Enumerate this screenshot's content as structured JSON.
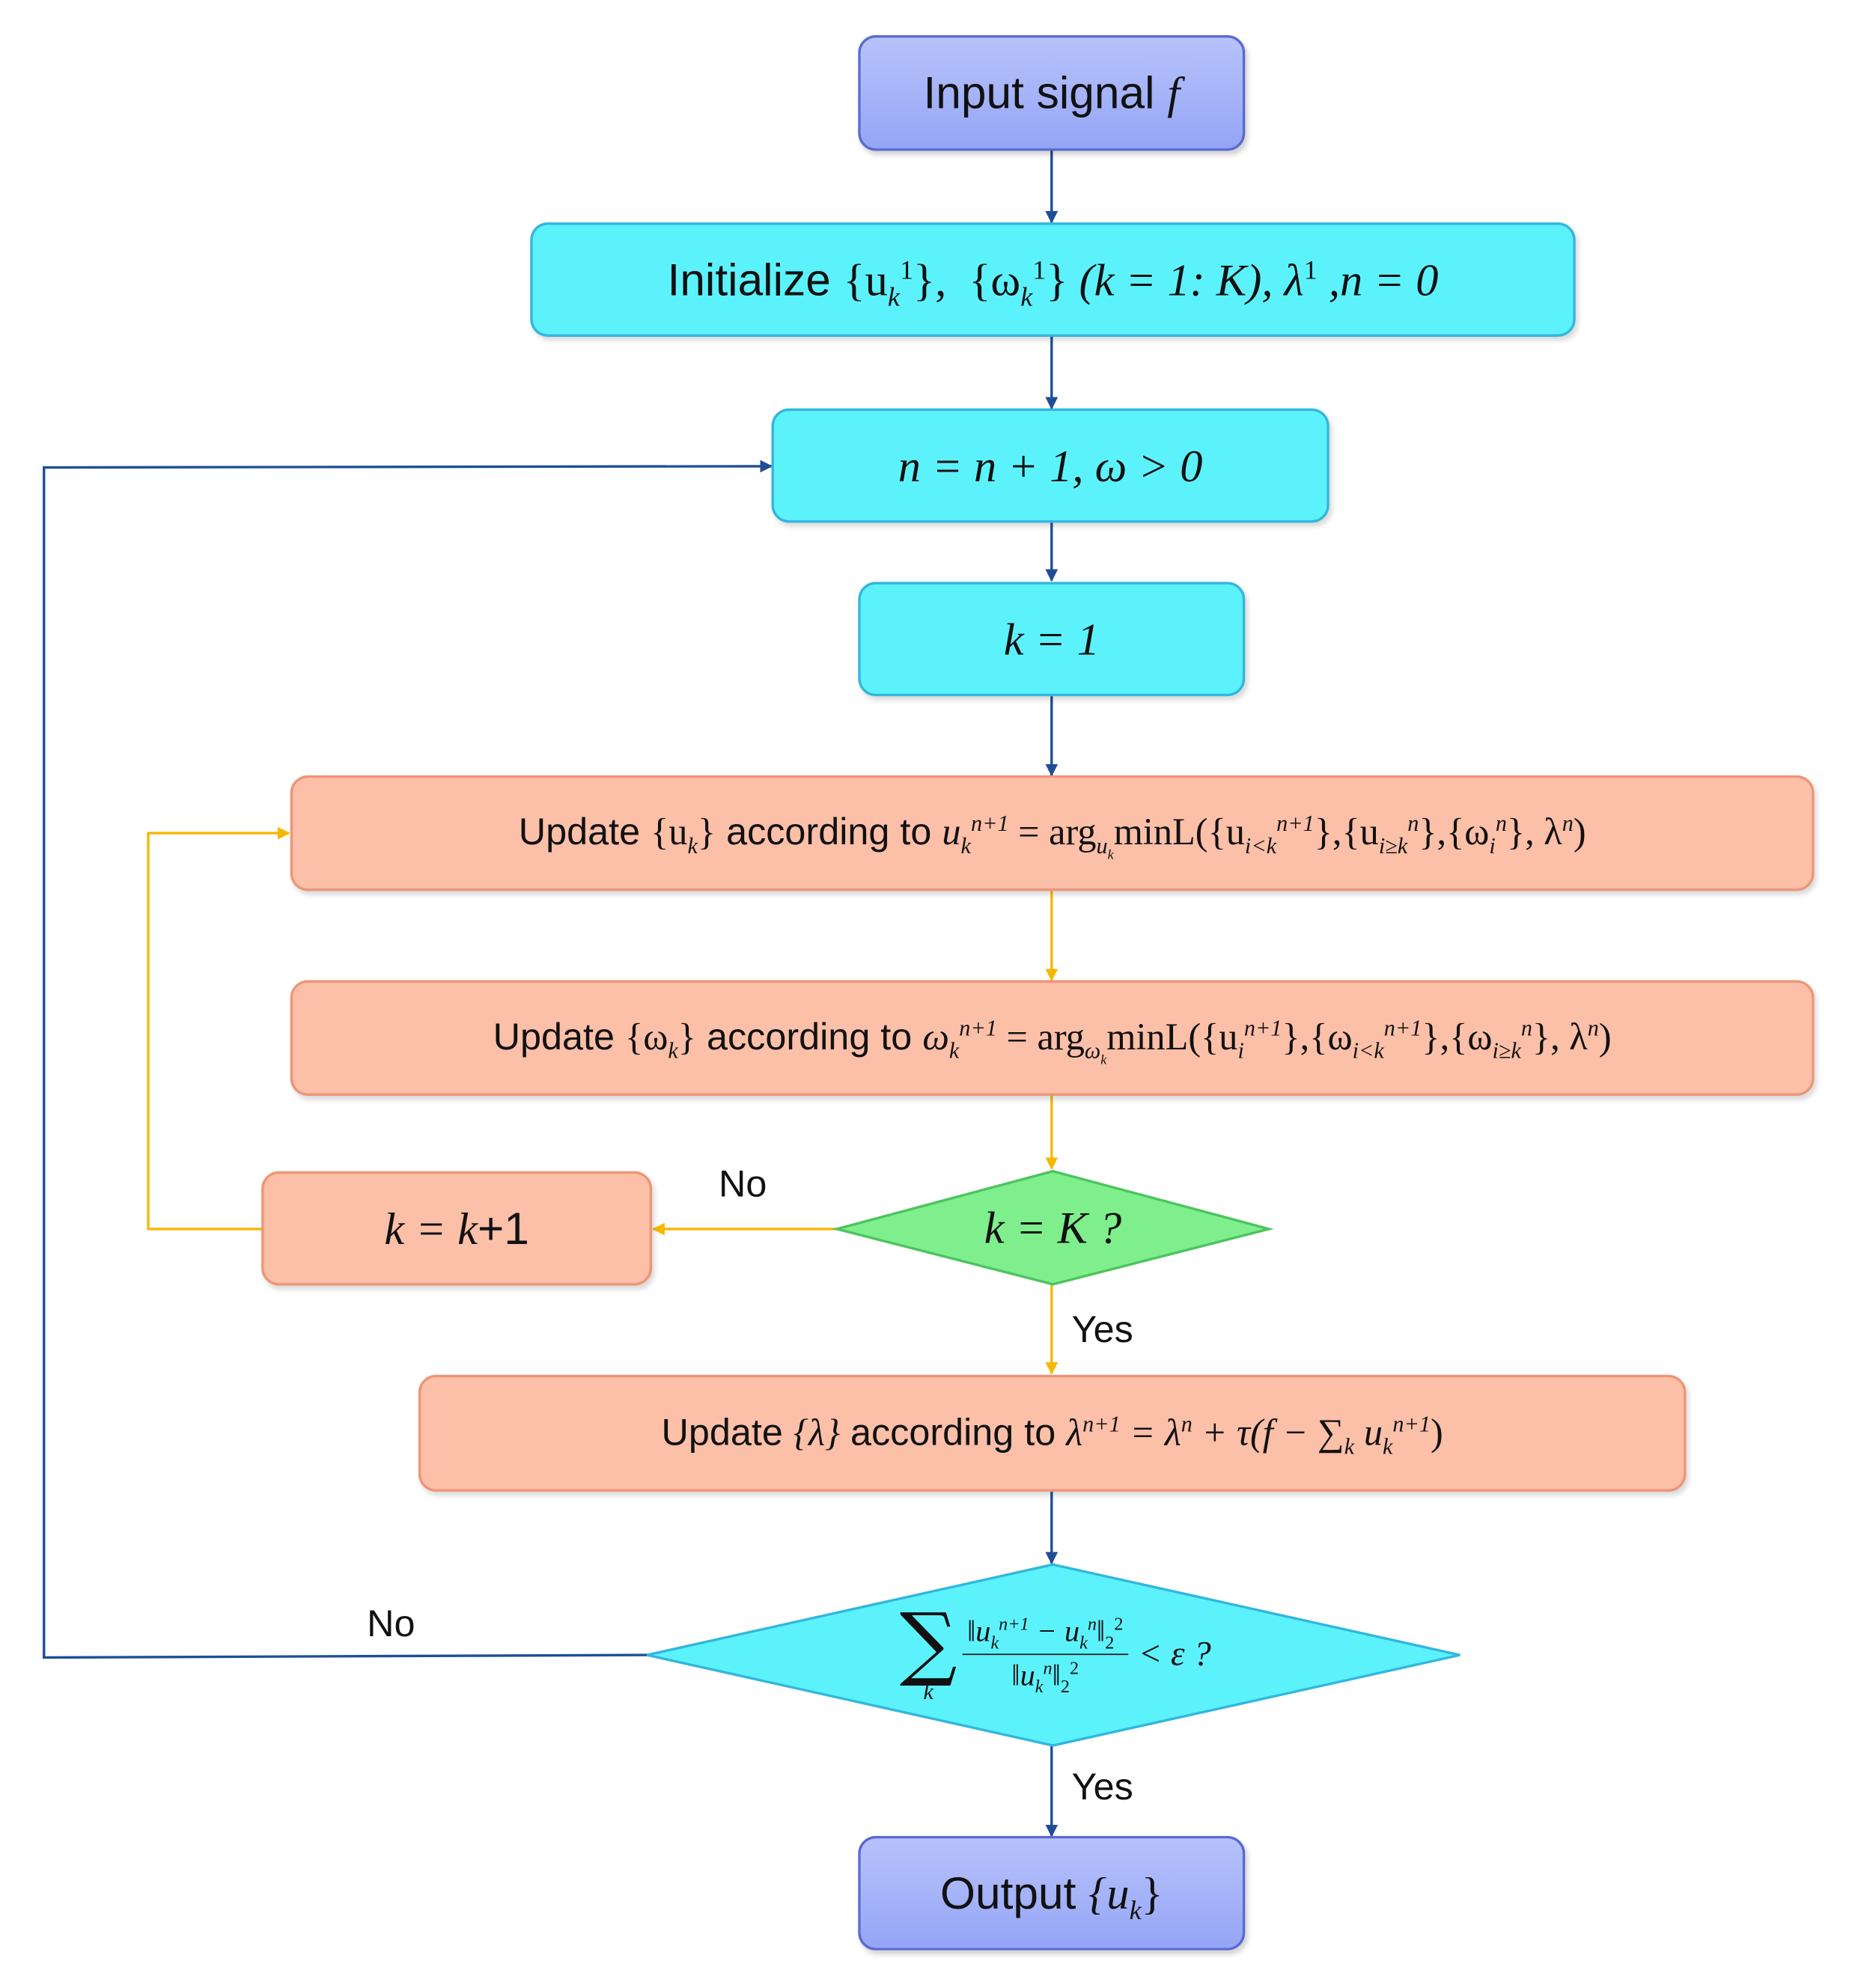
{
  "colors": {
    "start_end_fill": "#9aa9f7",
    "process_cyan_fill": "#5cf2fc",
    "process_salmon_fill": "#fcbfa8",
    "decision_green_fill": "#7fee8c",
    "decision_cyan_fill": "#5cf2fc",
    "outer_loop_arrow": "#1f4e96",
    "inner_loop_arrow": "#f5b800"
  },
  "nodes": {
    "input": {
      "text": "Input signal",
      "var": "f"
    },
    "init": {
      "word": "Initialize",
      "u_set": "{u",
      "u_sub": "k",
      "u_sup": "1",
      "omega_set": "{ω",
      "omega_sub": "k",
      "omega_sup": "1",
      "range": "(k = 1: K), λ",
      "lambda_sup": "1",
      "n_init": ",n = 0"
    },
    "loop_n": {
      "text": "n = n + 1, ω > 0"
    },
    "k_one": {
      "text": "k = 1"
    },
    "update_u": {
      "lead": "Update",
      "set": "{u",
      "set_sub": "k",
      "mid": "according to",
      "lhs_var": "u",
      "lhs_sub": "k",
      "lhs_sup": "n+1",
      "eq": " = arg",
      "arg_sub": "u",
      "arg_sub_sub": "k",
      "fn": "minL({u",
      "a_sub": "i<k",
      "a_sup": "n+1",
      "b": "},{u",
      "b_sub": "i≥k",
      "b_sup": "n",
      "c": "},{ω",
      "c_sub": "i",
      "c_sup": "n",
      "d": "}, λ",
      "d_sup": "n",
      "close": ")"
    },
    "update_omega": {
      "lead": "Update",
      "set": "{ω",
      "set_sub": "k",
      "mid": "according to",
      "lhs_var": "ω",
      "lhs_sub": "k",
      "lhs_sup": "n+1",
      "eq": " = arg",
      "arg_sub": "ω",
      "arg_sub_sub": "k",
      "fn": "minL({u",
      "a_sub": "i",
      "a_sup": "n+1",
      "b": "},{ω",
      "b_sub": "i<k",
      "b_sup": "n+1",
      "c": "},{ω",
      "c_sub": "i≥k",
      "c_sup": "n",
      "d": "}, λ",
      "d_sup": "n",
      "close": ")"
    },
    "k_inc": {
      "lhs": "k = k",
      "rhs": "+1"
    },
    "decision_k": {
      "text": "k = K ?"
    },
    "update_lambda": {
      "lead": "Update",
      "set": "{λ}",
      "mid": "according to",
      "lhs": "λ",
      "lhs_sup": "n+1",
      "eq": " = λ",
      "eq_sup": "n",
      "rest": " + τ(f − ∑",
      "sum_sub": "k",
      "u": " u",
      "u_sub": "k",
      "u_sup": "n+1",
      "close": ")"
    },
    "decision_conv": {
      "sum_sub": "k",
      "num_a": "‖u",
      "num_a_sub": "k",
      "num_a_sup": "n+1",
      "num_minus": " − u",
      "num_b_sub": "k",
      "num_b_sup": "n",
      "num_norm": "‖",
      "norm_sub": "2",
      "norm_sup": "2",
      "den": "‖u",
      "den_sub": "k",
      "den_sup": "n",
      "den_norm": "‖",
      "tail": "< ε ?"
    },
    "output": {
      "text": "Output",
      "set": "{u",
      "set_sub": "k",
      "close": "}"
    }
  },
  "edge_labels": {
    "inner_no": "No",
    "inner_yes": "Yes",
    "outer_no": "No",
    "outer_yes": "Yes"
  }
}
